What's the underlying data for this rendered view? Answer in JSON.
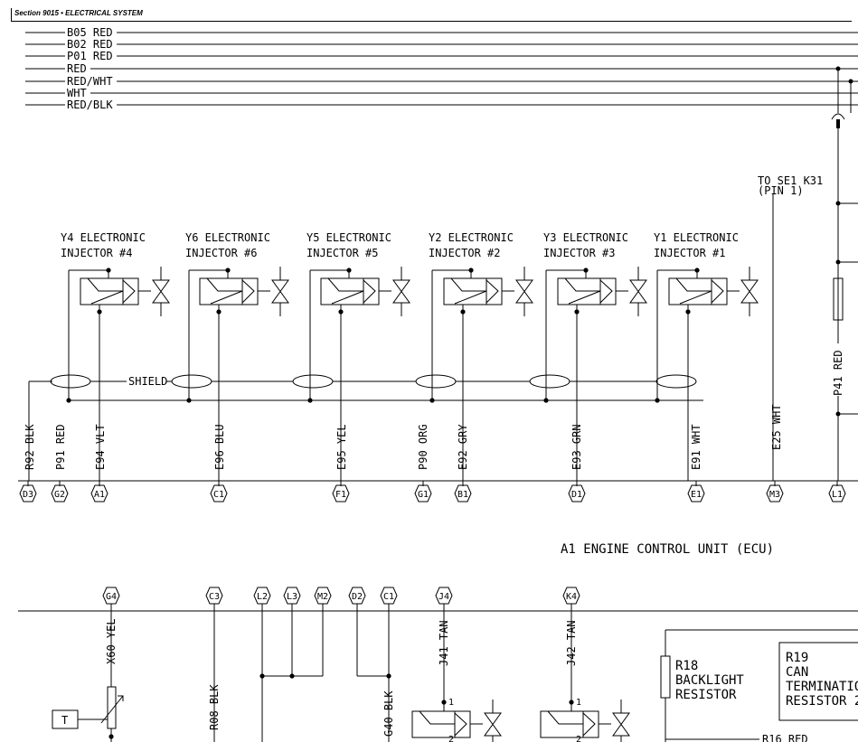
{
  "header": {
    "section": "Section 9015 • ELECTRICAL SYSTEM"
  },
  "bus_wires": [
    "B05 RED",
    "B02 RED",
    "P01 RED",
    "RED",
    "RED/WHT",
    "WHT",
    "RED/BLK"
  ],
  "injectors": [
    {
      "line1": "Y4 ELECTRONIC",
      "line2": "INJECTOR #4"
    },
    {
      "line1": "Y6 ELECTRONIC",
      "line2": "INJECTOR #6"
    },
    {
      "line1": "Y5 ELECTRONIC",
      "line2": "INJECTOR #5"
    },
    {
      "line1": "Y2 ELECTRONIC",
      "line2": "INJECTOR #2"
    },
    {
      "line1": "Y3 ELECTRONIC",
      "line2": "INJECTOR #3"
    },
    {
      "line1": "Y1 ELECTRONIC",
      "line2": "INJECTOR #1"
    }
  ],
  "shield_label": "SHIELD",
  "upper_wires": [
    "R92 BLK",
    "P91 RED",
    "E94 VLT",
    "E96 BLU",
    "E95 YEL",
    "P90 ORG",
    "E92 GRY",
    "E93 GRN",
    "E91 WHT",
    "E25 WHT",
    "P41 RED"
  ],
  "upper_pins": [
    "D3",
    "G2",
    "A1",
    "C1",
    "F1",
    "G1",
    "B1",
    "D1",
    "E1",
    "M3",
    "L1"
  ],
  "note": {
    "line1": "TO SE1 K31",
    "line2": "(PIN 1)"
  },
  "ecu_title": "A1 ENGINE CONTROL UNIT (ECU)",
  "lower_pins": [
    "G4",
    "C3",
    "L2",
    "L3",
    "M2",
    "D2",
    "C1",
    "J4",
    "K4"
  ],
  "lower_wires": [
    "X60 YEL",
    "R08 BLK",
    "G40 BLK",
    "J41 TAN",
    "J42 TAN"
  ],
  "sensor_label": "T",
  "coil_pin_labels": [
    "1",
    "2",
    "1",
    "2"
  ],
  "r18": {
    "line1": "R18",
    "line2": "BACKLIGHT",
    "line3": "RESISTOR"
  },
  "r19": {
    "line1": "R19",
    "line2": "CAN",
    "line3": "TERMINATION",
    "line4": "RESISTOR 2"
  },
  "r16_wire": "R16 RED"
}
